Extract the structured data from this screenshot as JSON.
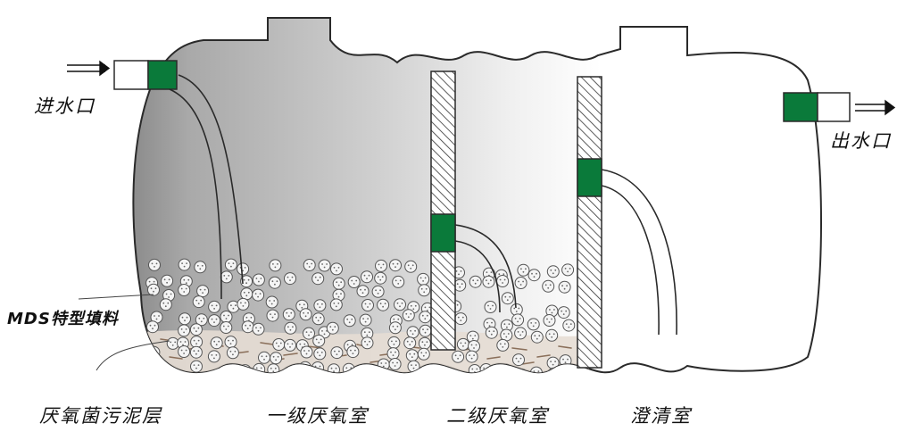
{
  "labels": {
    "inlet": "进水口",
    "outlet": "出水口",
    "filler": "MDS特型填料",
    "sludge": "厌氧菌污泥层",
    "chamber1": "一级厌氧室",
    "chamber2": "二级厌氧室",
    "chamber3": "澄清室"
  },
  "colors": {
    "pipe_green": "#0a7a3a",
    "outline": "#2a2a2a",
    "tank_dark": "#8c8c8c",
    "tank_light": "#ffffff",
    "ball": "#f4f4f4",
    "sludge": "#a08a78"
  }
}
